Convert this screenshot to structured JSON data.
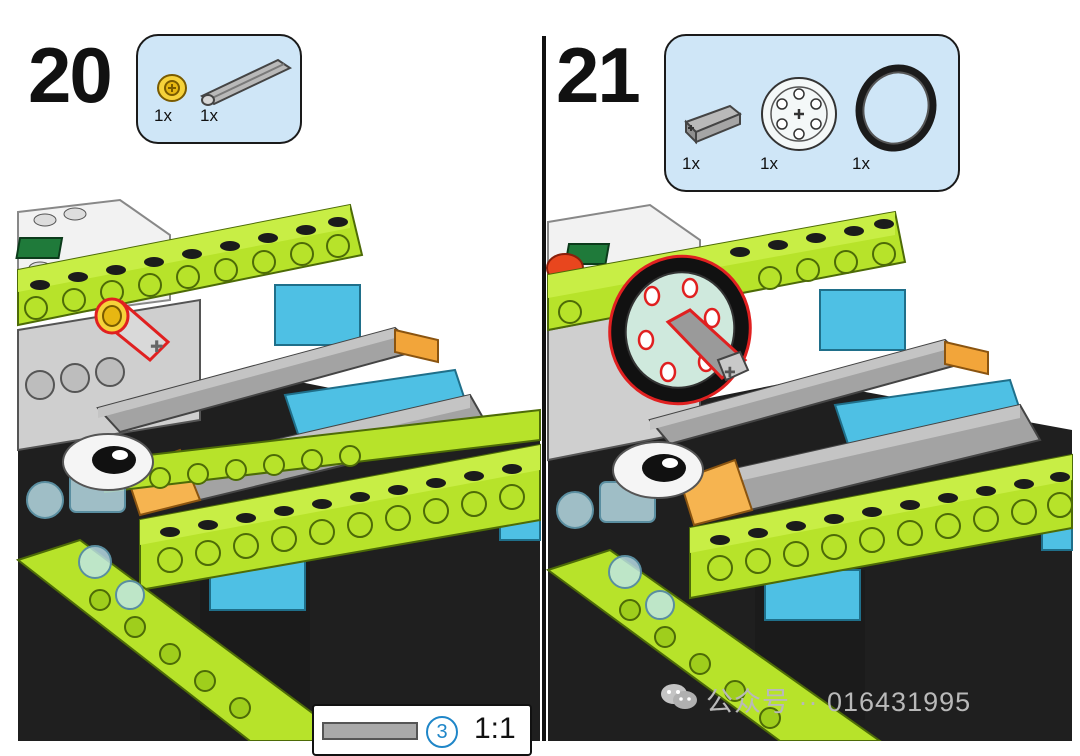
{
  "steps": [
    {
      "number": "20",
      "parts": [
        {
          "icon": "yellow-bush-icon",
          "quantity": "1x"
        },
        {
          "icon": "gray-axle-icon",
          "quantity": "1x"
        }
      ]
    },
    {
      "number": "21",
      "parts": [
        {
          "icon": "short-axle-icon",
          "quantity": "1x"
        },
        {
          "icon": "wheel-hub-icon",
          "quantity": "1x"
        },
        {
          "icon": "tire-icon",
          "quantity": "1x"
        }
      ]
    }
  ],
  "scale_callout": {
    "count": "3",
    "ratio": "1:1"
  },
  "watermark": "公众号 ·· 016431995",
  "colors": {
    "lime": "#b7e32a",
    "lime_dark": "#5c7a0a",
    "gray": "#9a9a9a",
    "azure": "#48b8dc",
    "orange": "#f2a53a",
    "black": "#1b1b1b",
    "yellow": "#f6d23a",
    "parts_box": "#cfe6f7",
    "highlight": "#e02020"
  }
}
